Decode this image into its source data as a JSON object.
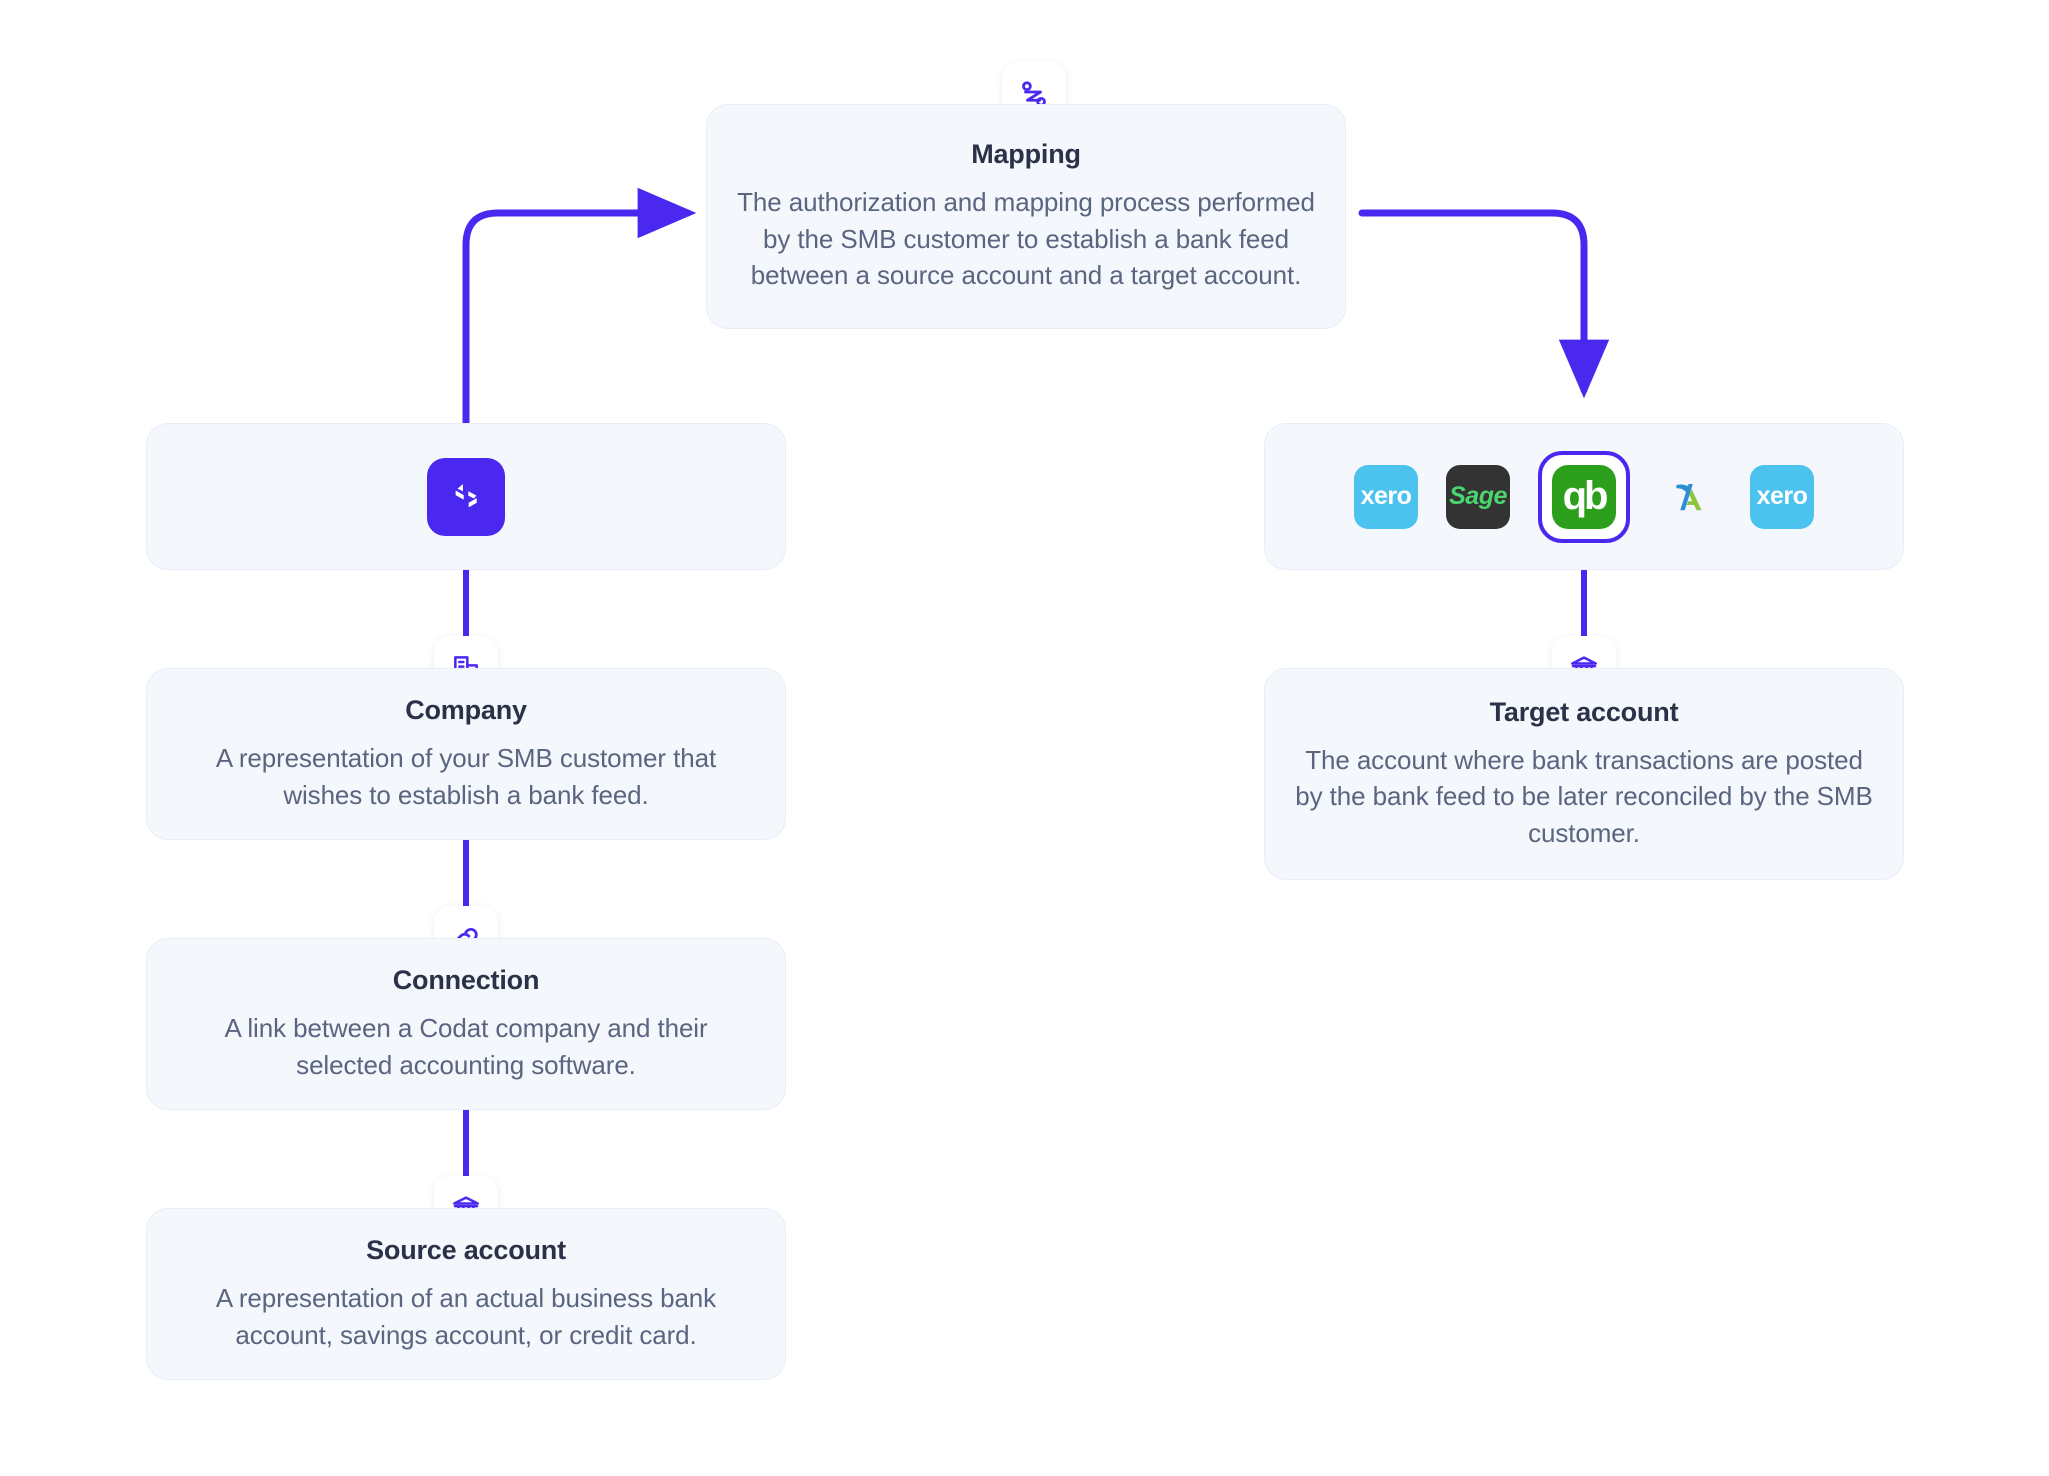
{
  "diagram": {
    "accent_color": "#4b28f0",
    "card_background": "#f4f8fc",
    "card_border": "#e6edf5",
    "title_color": "#2b3247",
    "text_color": "#5b6580"
  },
  "nodes": {
    "mapping": {
      "title": "Mapping",
      "description": "The authorization and mapping process performed by the SMB customer to establish a bank feed between a source account and a target account.",
      "icon": "mapping-percent-icon"
    },
    "codat": {
      "icon": "codat-brackets-logo"
    },
    "company": {
      "title": "Company",
      "description": "A representation of your SMB customer that wishes to establish a bank feed.",
      "icon": "building-icon"
    },
    "connection": {
      "title": "Connection",
      "description": "A link between a Codat company and their selected accounting software.",
      "icon": "link-icon"
    },
    "source_account": {
      "title": "Source account",
      "description": "A representation of an actual business bank account, savings account, or credit card.",
      "icon": "bank-icon"
    },
    "target_account": {
      "title": "Target account",
      "description": "The account where bank transactions are posted by the bank feed to be later reconciled by the SMB customer.",
      "icon": "bank-icon"
    }
  },
  "software_logos": [
    {
      "name": "xero",
      "label": "xero",
      "kind": "xero",
      "selected": false
    },
    {
      "name": "sage",
      "label": "Sage",
      "kind": "sage",
      "selected": false
    },
    {
      "name": "quickbooks",
      "label": "qb",
      "kind": "qb",
      "selected": true
    },
    {
      "name": "freeagent",
      "label": "",
      "kind": "freeagent",
      "selected": false
    },
    {
      "name": "xero-2",
      "label": "xero",
      "kind": "xero",
      "selected": false
    }
  ]
}
